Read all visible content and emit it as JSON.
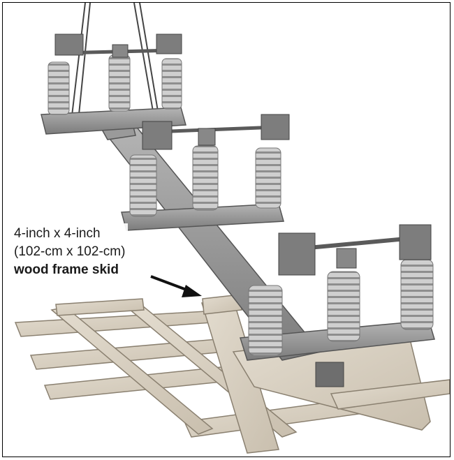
{
  "callout": {
    "line1": "4-inch x 4-inch",
    "line2": "(102-cm x 102-cm)",
    "line3": "wood frame skid"
  },
  "colors": {
    "border": "#000000",
    "background": "#ffffff",
    "text": "#1a1a1a",
    "arrow": "#111111"
  }
}
